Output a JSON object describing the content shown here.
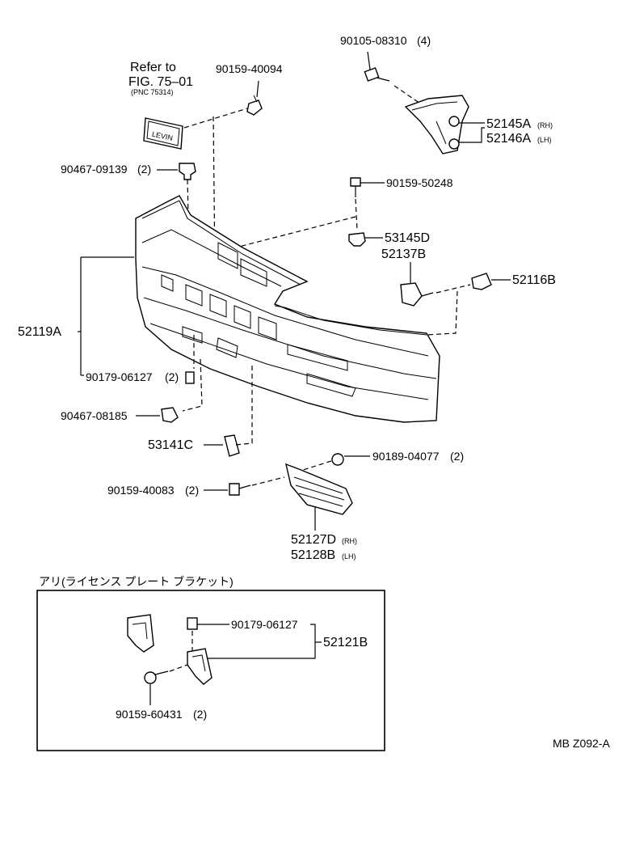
{
  "refer": {
    "line1": "Refer to",
    "line2": "FIG. 75–01",
    "line3": "(PNC 75314)"
  },
  "emblem_text": "LEVIN",
  "parts": {
    "p1": {
      "number": "90105-08310",
      "qty": "(4)"
    },
    "p2": {
      "number": "90159-40094"
    },
    "p3": {
      "number": "52145A",
      "side": "(RH)"
    },
    "p4": {
      "number": "52146A",
      "side": "(LH)"
    },
    "p5": {
      "number": "90467-09139",
      "qty": "(2)"
    },
    "p6": {
      "number": "90159-50248"
    },
    "p7": {
      "number": "53145D"
    },
    "p8": {
      "number": "52137B"
    },
    "p9": {
      "number": "52116B"
    },
    "p10": {
      "number": "52119A"
    },
    "p11": {
      "number": "90179-06127",
      "qty": "(2)"
    },
    "p12": {
      "number": "90467-08185"
    },
    "p13": {
      "number": "53141C"
    },
    "p14": {
      "number": "90189-04077",
      "qty": "(2)"
    },
    "p15": {
      "number": "90159-40083",
      "qty": "(2)"
    },
    "p16": {
      "number": "52127D",
      "side": "(RH)"
    },
    "p17": {
      "number": "52128B",
      "side": "(LH)"
    }
  },
  "inset": {
    "title": "アリ(ライセンス プレート ブラケット)",
    "p1": {
      "number": "90179-06127"
    },
    "p2": {
      "number": "52121B"
    },
    "p3": {
      "number": "90159-60431",
      "qty": "(2)"
    }
  },
  "figure_code": "MB Z092-A"
}
